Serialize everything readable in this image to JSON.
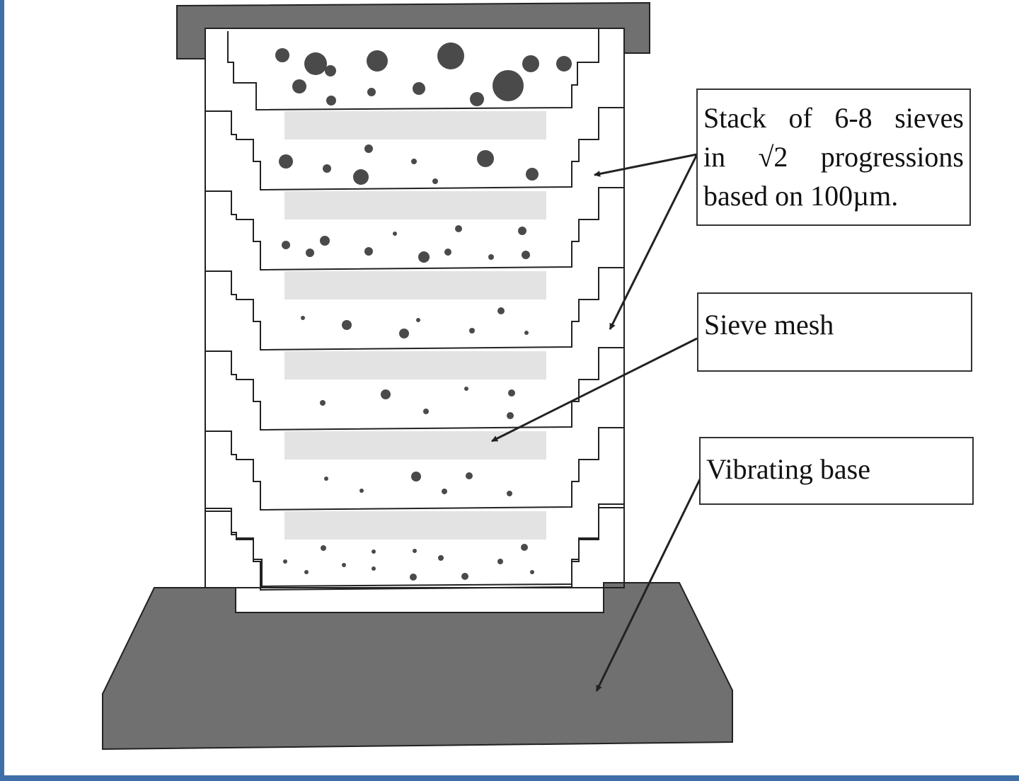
{
  "labels": {
    "stack_line1": "Stack of 6-8 sieves",
    "stack_line2": "in √2 progressions",
    "stack_line3": "based on 100µm.",
    "mesh": "Sieve mesh",
    "base": "Vibrating base"
  },
  "colors": {
    "dark_gray": "#707070",
    "mesh_gray": "#e3e3e3",
    "outline": "#222222",
    "particle": "#4a4a4a",
    "frame_blue": "#3f6fa6"
  },
  "sieves": [
    {
      "particles": [
        [
          399,
          78,
          10
        ],
        [
          446,
          90,
          16
        ],
        [
          467,
          100,
          8
        ],
        [
          533,
          86,
          15
        ],
        [
          637,
          79,
          19
        ],
        [
          750,
          90,
          12
        ],
        [
          797,
          90,
          11
        ],
        [
          423,
          122,
          10
        ],
        [
          468,
          142,
          7
        ],
        [
          525,
          130,
          6
        ],
        [
          592,
          125,
          9
        ],
        [
          674,
          140,
          10
        ],
        [
          718,
          121,
          22
        ]
      ]
    },
    {
      "particles": [
        [
          404,
          228,
          10
        ],
        [
          462,
          238,
          6
        ],
        [
          510,
          250,
          11
        ],
        [
          521,
          210,
          6
        ],
        [
          585,
          228,
          4
        ],
        [
          615,
          256,
          4
        ],
        [
          686,
          224,
          12
        ],
        [
          752,
          246,
          9
        ]
      ]
    },
    {
      "particles": [
        [
          404,
          346,
          6
        ],
        [
          438,
          357,
          6
        ],
        [
          459,
          340,
          7
        ],
        [
          521,
          355,
          6
        ],
        [
          558,
          330,
          3
        ],
        [
          599,
          363,
          8
        ],
        [
          633,
          356,
          5
        ],
        [
          648,
          323,
          5
        ],
        [
          694,
          363,
          4
        ],
        [
          738,
          326,
          6
        ],
        [
          743,
          360,
          6
        ]
      ]
    },
    {
      "particles": [
        [
          428,
          449,
          3
        ],
        [
          490,
          459,
          7
        ],
        [
          571,
          471,
          7
        ],
        [
          591,
          452,
          3
        ],
        [
          667,
          467,
          4
        ],
        [
          708,
          439,
          5
        ],
        [
          744,
          470,
          3
        ]
      ]
    },
    {
      "particles": [
        [
          456,
          569,
          4
        ],
        [
          545,
          557,
          7
        ],
        [
          602,
          581,
          4
        ],
        [
          659,
          549,
          3
        ],
        [
          723,
          555,
          5
        ],
        [
          721,
          587,
          5
        ]
      ]
    },
    {
      "particles": [
        [
          461,
          676,
          3
        ],
        [
          511,
          693,
          3
        ],
        [
          588,
          673,
          7
        ],
        [
          628,
          694,
          4
        ],
        [
          663,
          672,
          5
        ],
        [
          720,
          697,
          4
        ]
      ]
    },
    {
      "particles": [
        [
          403,
          793,
          3
        ],
        [
          433,
          808,
          3
        ],
        [
          457,
          774,
          4
        ],
        [
          486,
          798,
          3
        ],
        [
          528,
          779,
          3
        ],
        [
          528,
          803,
          3
        ],
        [
          584,
          815,
          5
        ],
        [
          586,
          778,
          3
        ],
        [
          623,
          788,
          4
        ],
        [
          657,
          814,
          5
        ],
        [
          707,
          793,
          4
        ],
        [
          741,
          773,
          5
        ],
        [
          752,
          808,
          3
        ]
      ]
    }
  ]
}
